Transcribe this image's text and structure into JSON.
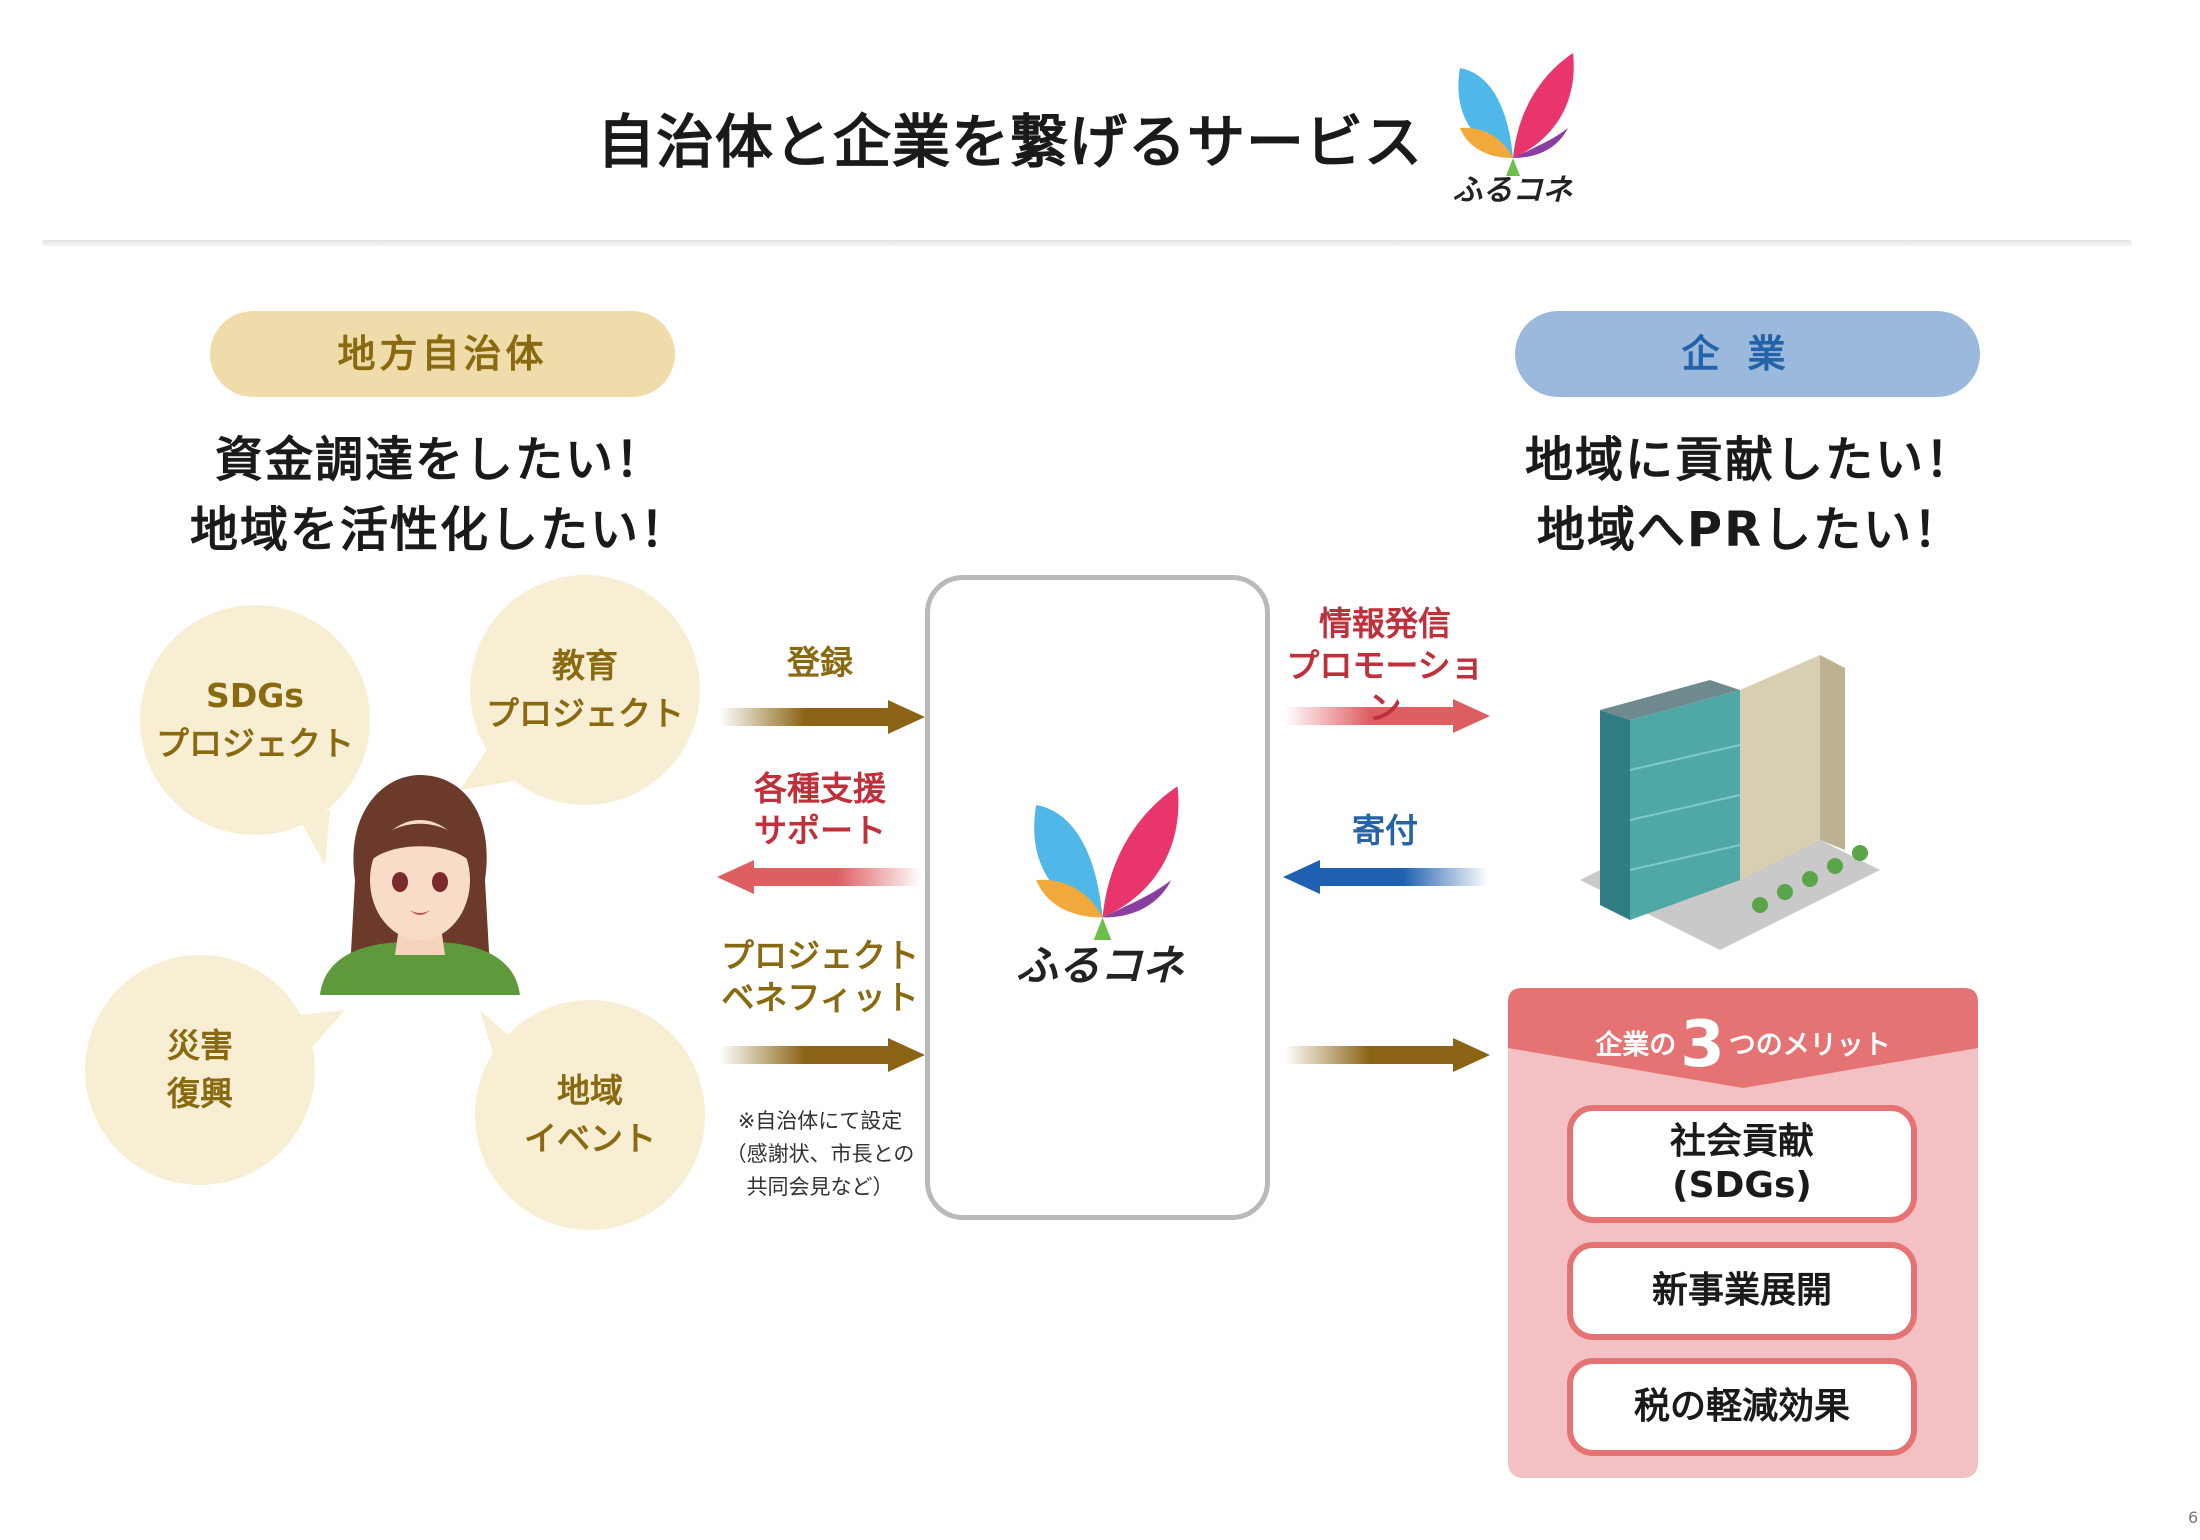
{
  "header": {
    "title": "自治体と企業を繋げるサービス",
    "brand": "ふるコネ"
  },
  "municipality": {
    "label": "地方自治体",
    "wish": "資金調達をしたい！\n地域を活性化したい！",
    "bubbles": [
      "SDGs\nプロジェクト",
      "教育\nプロジェクト",
      "災害\n復興",
      "地域\nイベント"
    ]
  },
  "corporation": {
    "label": "企業",
    "wish": "地域に貢献したい！\n地域へPRしたい！"
  },
  "center": {
    "brand": "ふるコネ"
  },
  "flows": {
    "register": "登録",
    "support": "各種支援\nサポート",
    "benefit": "プロジェクト\nベネフィット",
    "benefit_note": "※自治体にて設定\n（感謝状、市長との\n共同会見など）",
    "info": "情報発信\nプロモーション",
    "donation": "寄付"
  },
  "merits": {
    "title_prefix": "企業の",
    "title_number": "3",
    "title_suffix": "つのメリット",
    "items": [
      "社会貢献\n(SDGs)",
      "新事業展開",
      "税の軽減効果"
    ]
  },
  "page_number": "6",
  "colors": {
    "gold": "#8a6a10",
    "gold_arrow": "#8a6414",
    "red_arrow": "#de5f62",
    "blue_arrow": "#2060b0",
    "merit_red": "#e57373",
    "merit_panel": "#f3c1c3"
  }
}
